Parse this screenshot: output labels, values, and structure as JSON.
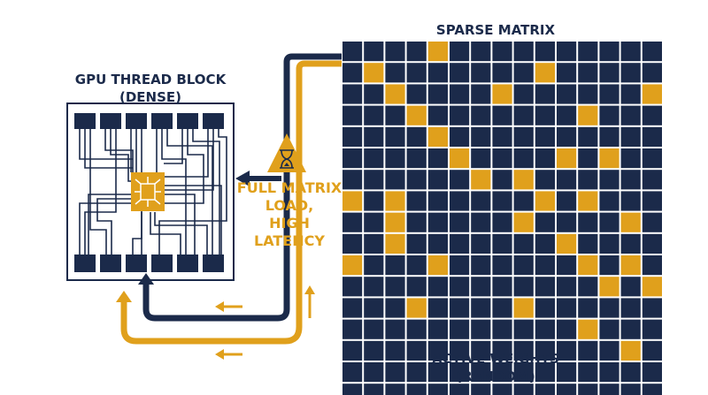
{
  "gpu_block": {
    "title_line1": "GPU THREAD BLOCK",
    "title_line2": "(DENSE)"
  },
  "sparse_matrix": {
    "title": "SPARSE MATRIX",
    "rows": 17,
    "cols": 15,
    "active_cells": [
      [
        0,
        4
      ],
      [
        1,
        1
      ],
      [
        1,
        9
      ],
      [
        2,
        2
      ],
      [
        2,
        7
      ],
      [
        2,
        14
      ],
      [
        3,
        3
      ],
      [
        3,
        11
      ],
      [
        4,
        4
      ],
      [
        5,
        5
      ],
      [
        5,
        10
      ],
      [
        5,
        12
      ],
      [
        6,
        6
      ],
      [
        6,
        8
      ],
      [
        7,
        0
      ],
      [
        7,
        2
      ],
      [
        7,
        9
      ],
      [
        7,
        11
      ],
      [
        8,
        2
      ],
      [
        8,
        8
      ],
      [
        8,
        13
      ],
      [
        9,
        2
      ],
      [
        9,
        10
      ],
      [
        10,
        0
      ],
      [
        10,
        4
      ],
      [
        10,
        11
      ],
      [
        10,
        13
      ],
      [
        11,
        12
      ],
      [
        11,
        14
      ],
      [
        12,
        3
      ],
      [
        12,
        8
      ],
      [
        13,
        11
      ],
      [
        14,
        13
      ]
    ]
  },
  "warning": {
    "icon": "hourglass-warning-icon",
    "line1": "FULL MATRIX",
    "line2": "LOAD,",
    "line3": "HIGH",
    "line4": "LATENCY"
  },
  "active_weights": {
    "line1": "ACTIVE WEIGHTS",
    "line2": "(RANDOM)"
  },
  "colors": {
    "navy": "#1b2a4a",
    "gold": "#e0a01c",
    "white": "#ffffff"
  }
}
